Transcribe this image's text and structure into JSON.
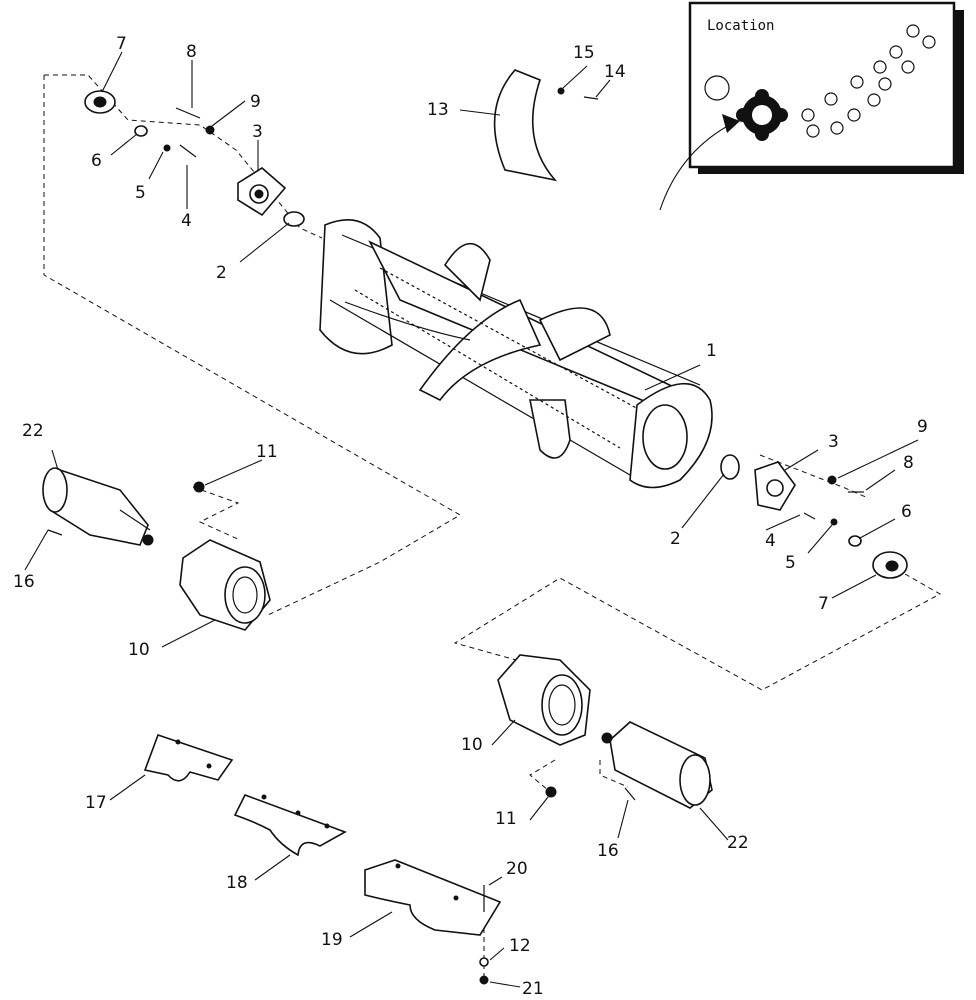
{
  "inset": {
    "title": "Location"
  },
  "callouts": {
    "c1": "1",
    "c2a": "2",
    "c2b": "2",
    "c3a": "3",
    "c3b": "3",
    "c4a": "4",
    "c4b": "4",
    "c5a": "5",
    "c5b": "5",
    "c6a": "6",
    "c6b": "6",
    "c7a": "7",
    "c7b": "7",
    "c8a": "8",
    "c8b": "8",
    "c9a": "9",
    "c9b": "9",
    "c10a": "10",
    "c10b": "10",
    "c11a": "11",
    "c11b": "11",
    "c12": "12",
    "c13": "13",
    "c14": "14",
    "c15": "15",
    "c16a": "16",
    "c16b": "16",
    "c17": "17",
    "c18": "18",
    "c19": "19",
    "c20": "20",
    "c21": "21",
    "c22a": "22",
    "c22b": "22"
  }
}
